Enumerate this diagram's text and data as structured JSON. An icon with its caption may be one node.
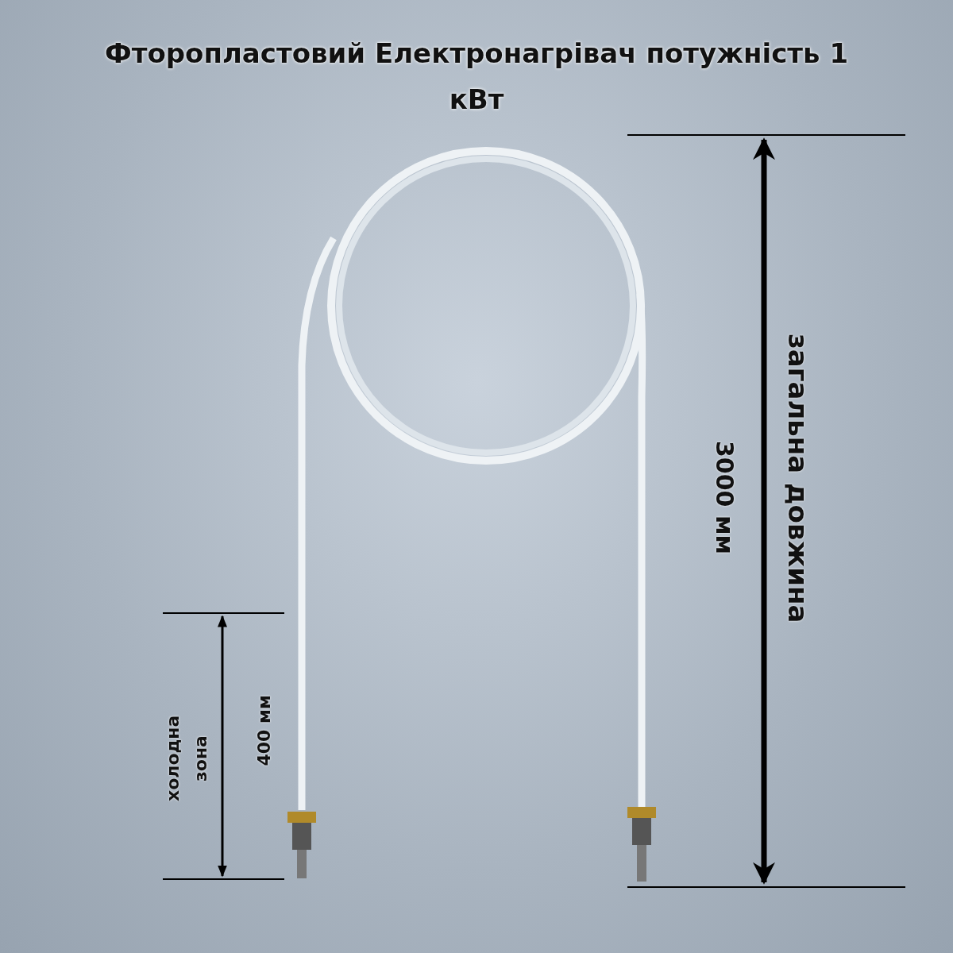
{
  "diagram": {
    "title": "Фторопластовий Електронагрівач потужність 1 кВт",
    "labels": [
      "холодна зона",
      "400 мм",
      "3000 мм",
      "загальна довжина"
    ]
  }
}
